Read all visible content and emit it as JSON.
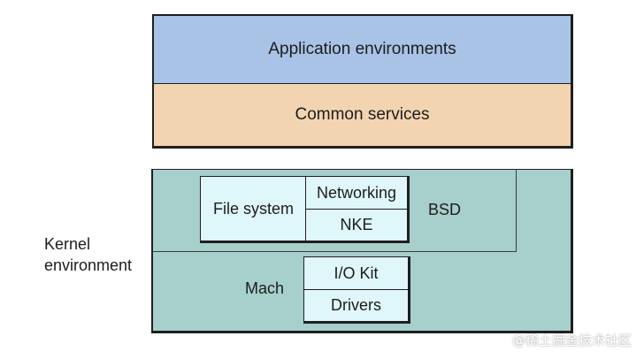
{
  "layers": {
    "application": "Application environments",
    "common": "Common services"
  },
  "kernel": {
    "label_line1": "Kernel",
    "label_line2": "environment",
    "bsd": {
      "label": "BSD",
      "file_system": "File system",
      "networking": "Networking",
      "nke": "NKE"
    },
    "mach": {
      "label": "Mach",
      "io_kit": "I/O Kit",
      "drivers": "Drivers"
    }
  },
  "watermark": "@稀土掘金技术社区",
  "colors": {
    "application": "#a9c3e6",
    "common": "#f3d4b1",
    "kernel": "#a7cfcc",
    "component": "#dff6fb"
  }
}
